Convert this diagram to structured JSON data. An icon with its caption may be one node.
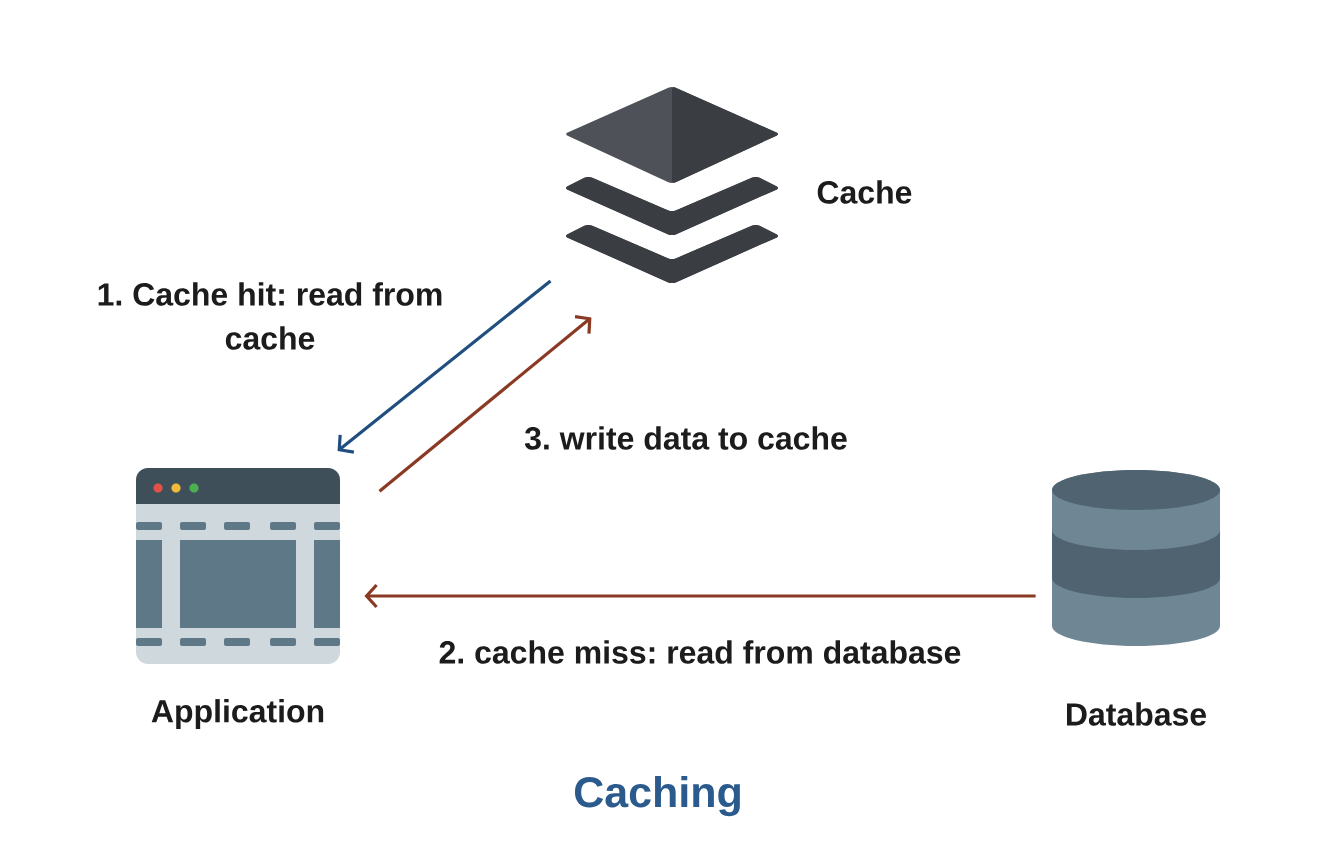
{
  "diagram": {
    "caption": "Caching",
    "nodes": [
      {
        "text": [
          "Cache"
        ]
      },
      {
        "text": [
          "Application"
        ]
      },
      {
        "text": [
          "Database"
        ]
      }
    ],
    "edges": [
      {
        "from": 0,
        "to": 1,
        "arrow": "to",
        "label": "1. Cache hit: read from cache",
        "color": "#1f4e7f"
      },
      {
        "from": 1,
        "to": 0,
        "arrow": "to",
        "label": "3. write data to cache"
      },
      {
        "from": 2,
        "to": 1,
        "arrow": "to",
        "label": "2. cache miss: read from database"
      }
    ]
  }
}
